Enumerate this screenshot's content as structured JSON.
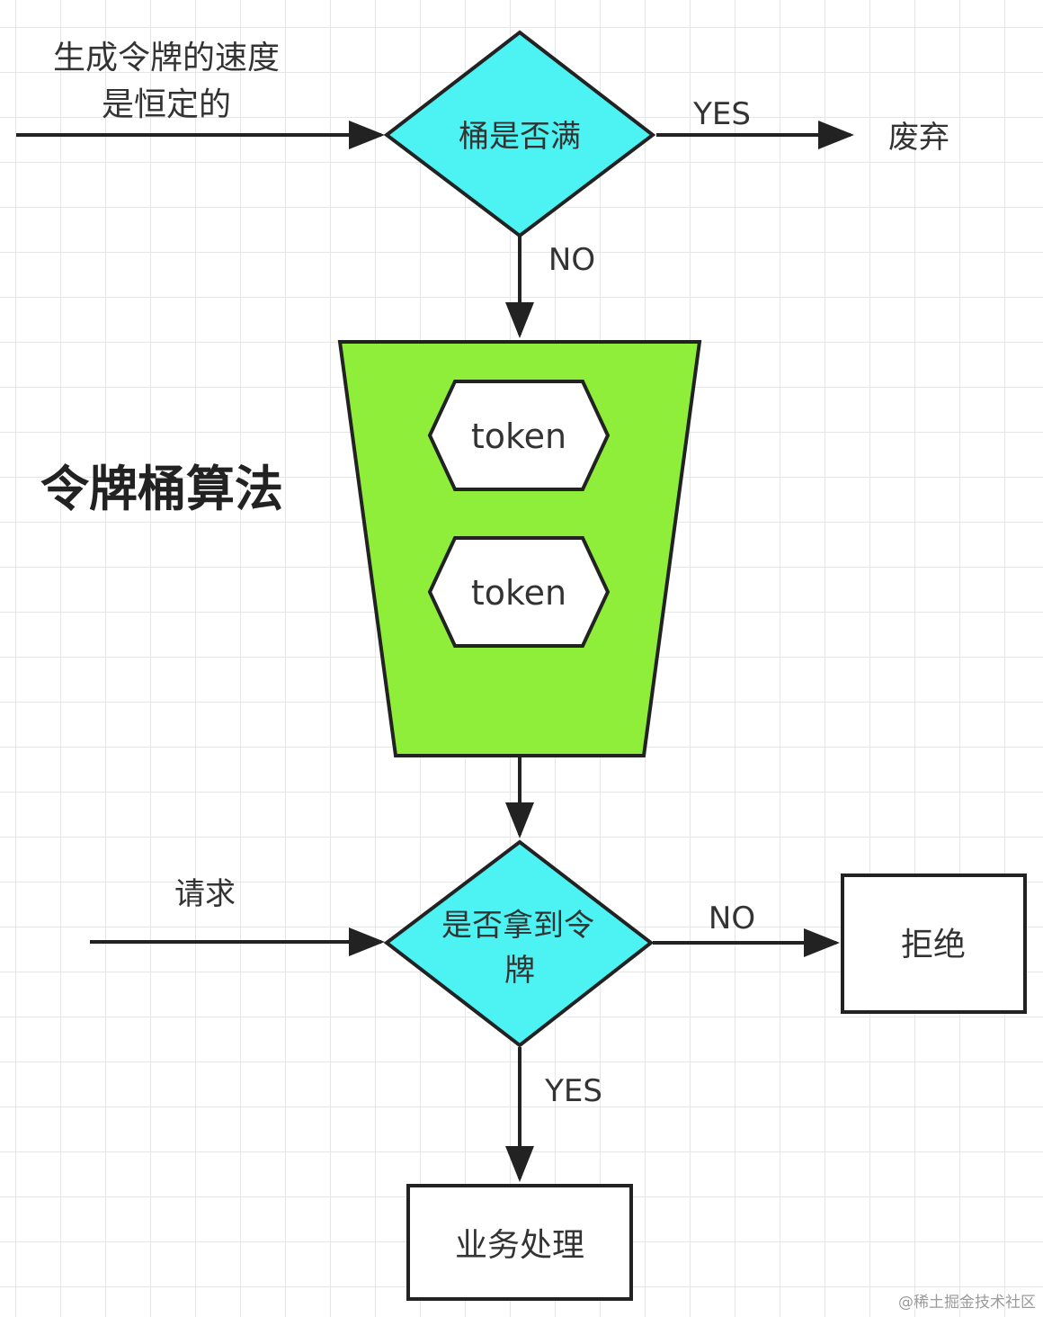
{
  "labels": {
    "rate_line1": "生成令牌的速度",
    "rate_line2": "是恒定的",
    "bucket_full": "桶是否满",
    "yes_top": "YES",
    "discard": "废弃",
    "no_top": "NO",
    "token_1": "token",
    "token_2": "token",
    "title": "令牌桶算法",
    "request": "请求",
    "got_token_line1": "是否拿到令",
    "got_token_line2": "牌",
    "no_bottom": "NO",
    "reject": "拒绝",
    "yes_bottom": "YES",
    "business": "业务处理"
  },
  "watermark": "@稀土掘金技术社区",
  "colors": {
    "diamond": "#4df2f2",
    "bucket": "#8fee3a",
    "stroke": "#222222"
  }
}
